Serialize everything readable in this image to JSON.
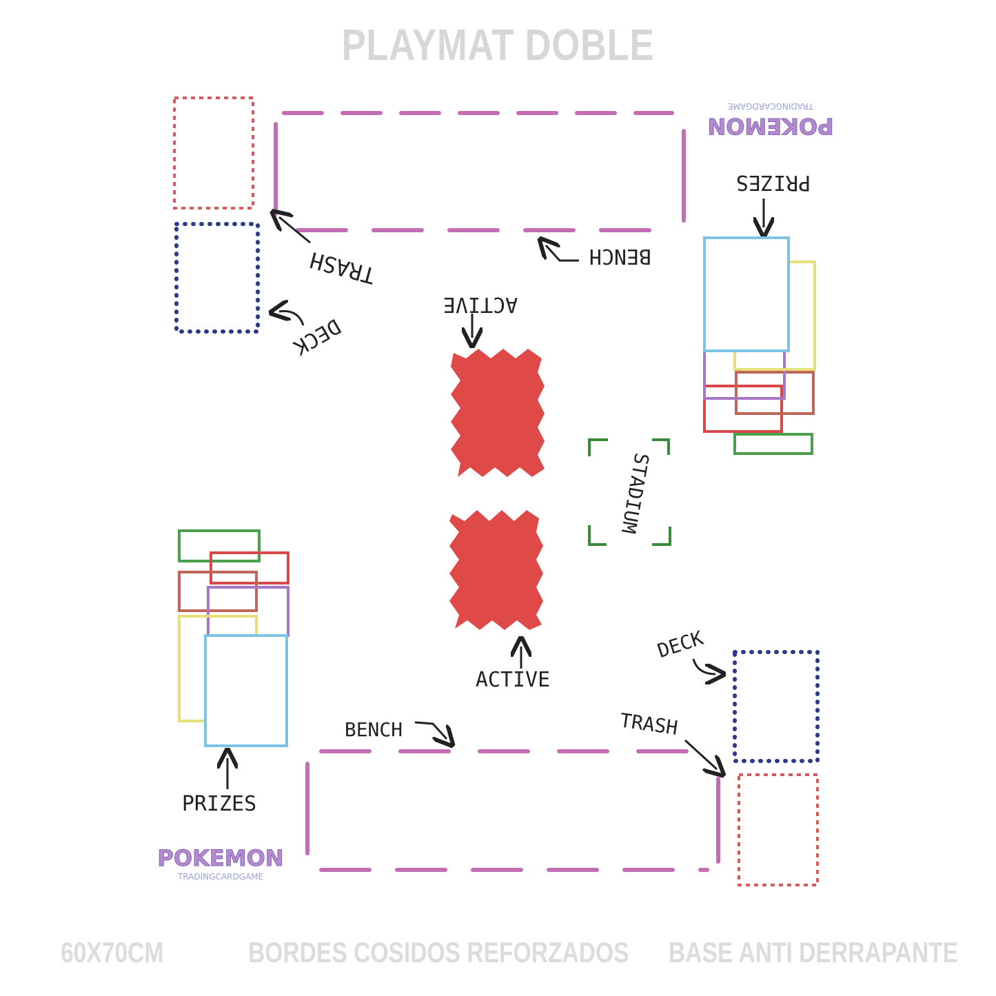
{
  "title": "PLAYMAT DOBLE",
  "footer": {
    "size": "60X70CM",
    "edges": "BORDES COSIDOS REFORZADOS",
    "base": "BASE ANTI DERRAPANTE"
  },
  "labels": {
    "trash": "TRASH",
    "deck": "DECK",
    "bench": "BENCH",
    "active": "ACTIVE",
    "prizes": "PRIZES",
    "stadium": "STADIUM"
  },
  "logo": {
    "brand": "POKEMON",
    "subtitle": "TRADINGCARDGAME"
  },
  "colors": {
    "bench_border": "#c46cb4",
    "trash_border": "#d65a5a",
    "deck_border": "#2b3a8c",
    "active_fill": "#dc3b38",
    "stadium_border": "#3a8a3a",
    "prize_colors": [
      "#7cc4e6",
      "#e6e07a",
      "#a877c4",
      "#c0655a",
      "#d94848",
      "#4aa04a"
    ]
  }
}
